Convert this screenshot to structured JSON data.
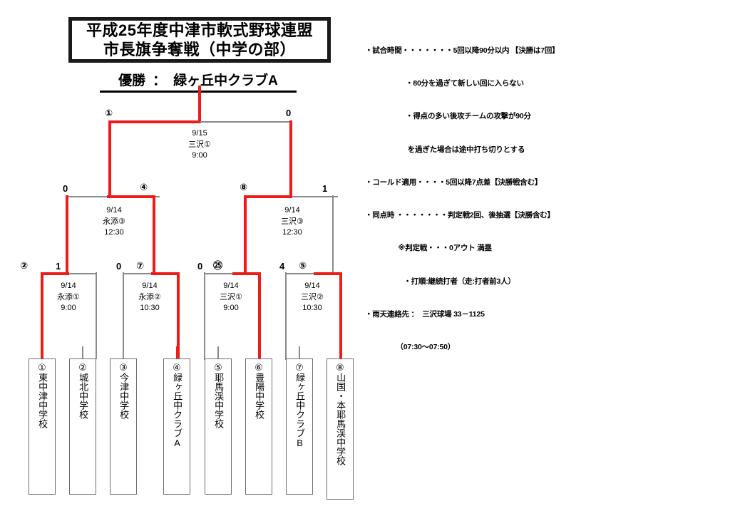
{
  "title": {
    "line1": "平成25年度中津市軟式野球連盟",
    "line2": "市長旗争奪戦（中学の部）"
  },
  "champion": {
    "label": "優勝",
    "separator": "：",
    "team": "緑ヶ丘中クラブA"
  },
  "rules": {
    "lines": [
      "・試合時間・・・・・・・5回以降90分以内 【決勝は7回】",
      "                     ・80分を過ぎて新しい回に入らない",
      "                     ・得点の多い後攻チームの攻撃が90分",
      "                      を過ぎた場合は途中打ち切りとする",
      "・コールド適用・・・・5回以降7点差【決勝戦含む】",
      "・同点時 ・・・・・・・判定戦2回、後抽選【決勝含む】",
      "                 ※判定戦・・・0アウト 満塁",
      "                    ・打順:継続打者（走:打者前3人）",
      "・雨天連絡先 ：  三沢球場 33－1125",
      "                （07:30～07:50）"
    ]
  },
  "colors": {
    "winner_path": "#ee1b17",
    "loser_path": "#8a8a8a",
    "box_border": "#6e6e6e",
    "title_border": "#1a1a1a"
  },
  "teams": [
    {
      "seed": "①",
      "name": "東中津中学校",
      "advanced": true
    },
    {
      "seed": "②",
      "name": "城北中学校",
      "advanced": false
    },
    {
      "seed": "③",
      "name": "今津中学校",
      "advanced": false
    },
    {
      "seed": "④",
      "name": "緑ヶ丘中クラブA",
      "advanced": true
    },
    {
      "seed": "⑤",
      "name": "耶馬渓中学校",
      "advanced": false
    },
    {
      "seed": "⑥",
      "name": "豊陽中学校",
      "advanced": true
    },
    {
      "seed": "⑦",
      "name": "緑ヶ丘中クラブB",
      "advanced": false
    },
    {
      "seed": "⑧",
      "name": "山国・本耶馬渓中学校",
      "advanced": true
    }
  ],
  "matches": {
    "quarterfinals": [
      {
        "id": "qf1",
        "date": "9/14",
        "venue": "永添①",
        "time": "9:00",
        "left_score": "②",
        "right_score": "1",
        "winner": "left"
      },
      {
        "id": "qf2",
        "date": "9/14",
        "venue": "永添②",
        "time": "10:30",
        "left_score": "0",
        "right_score": "⑦",
        "winner": "right"
      },
      {
        "id": "qf3",
        "date": "9/14",
        "venue": "三沢①",
        "time": "9:00",
        "left_score": "0",
        "right_score": "㉕",
        "winner": "right"
      },
      {
        "id": "qf4",
        "date": "9/14",
        "venue": "三沢②",
        "time": "10:30",
        "left_score": "4",
        "right_score": "⑤",
        "winner": "right"
      }
    ],
    "semifinals": [
      {
        "id": "sf1",
        "date": "9/14",
        "venue": "永添③",
        "time": "12:30",
        "left_score": "0",
        "right_score": "④",
        "winner": "right"
      },
      {
        "id": "sf2",
        "date": "9/14",
        "venue": "三沢③",
        "time": "12:30",
        "left_score": "⑧",
        "right_score": "1",
        "winner": "left"
      }
    ],
    "final": [
      {
        "id": "fin",
        "date": "9/15",
        "venue": "三沢①",
        "time": "9:00",
        "left_score": "①",
        "right_score": "0",
        "winner": "left"
      }
    ]
  }
}
